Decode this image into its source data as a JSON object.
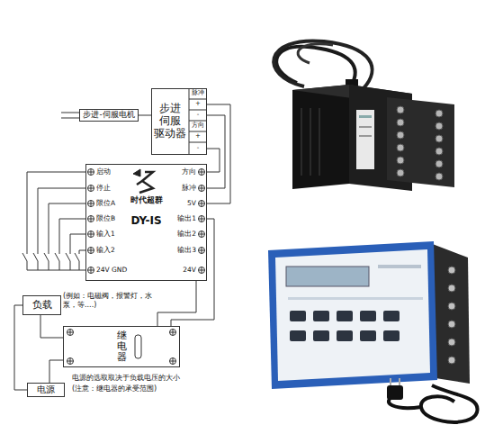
{
  "diagram": {
    "nodes": [
      {
        "text": [
          "步进-伺服电机"
        ]
      },
      {
        "text": [
          "步进 伺服 驱动器"
        ]
      },
      {
        "text": [
          "时代超群",
          "DY-IS"
        ]
      },
      {
        "text": [
          "负载"
        ]
      },
      {
        "text": [
          "继电器"
        ]
      },
      {
        "text": [
          "电源"
        ]
      }
    ],
    "edges": [
      {
        "from": 0,
        "to": 1,
        "arrow": "none"
      },
      {
        "from": 1,
        "to": 2,
        "arrow": "none"
      },
      {
        "from": 1,
        "to": 2,
        "arrow": "none"
      },
      {
        "from": 1,
        "to": 2,
        "arrow": "none"
      },
      {
        "from": 2,
        "to": 4,
        "arrow": "none"
      },
      {
        "from": 2,
        "to": 4,
        "arrow": "none"
      },
      {
        "from": 3,
        "to": 4,
        "arrow": "none"
      },
      {
        "from": 5,
        "to": 4,
        "arrow": "none"
      },
      {
        "from": 5,
        "to": 3,
        "arrow": "none"
      }
    ],
    "labels": [
      "脉冲",
      "+",
      "-",
      "方向",
      "+",
      "-",
      "启动",
      "停止",
      "限位A",
      "限位B",
      "输入1",
      "输入2",
      "24V GND",
      "方向",
      "脉冲",
      "5V",
      "输出1",
      "输出2",
      "输出3",
      "24V",
      "(例如：电磁阀，报警灯，水泵，等....)",
      "电源的选取取决于负载电压的大小",
      "(注意：继电器的承受范围)"
    ]
  }
}
